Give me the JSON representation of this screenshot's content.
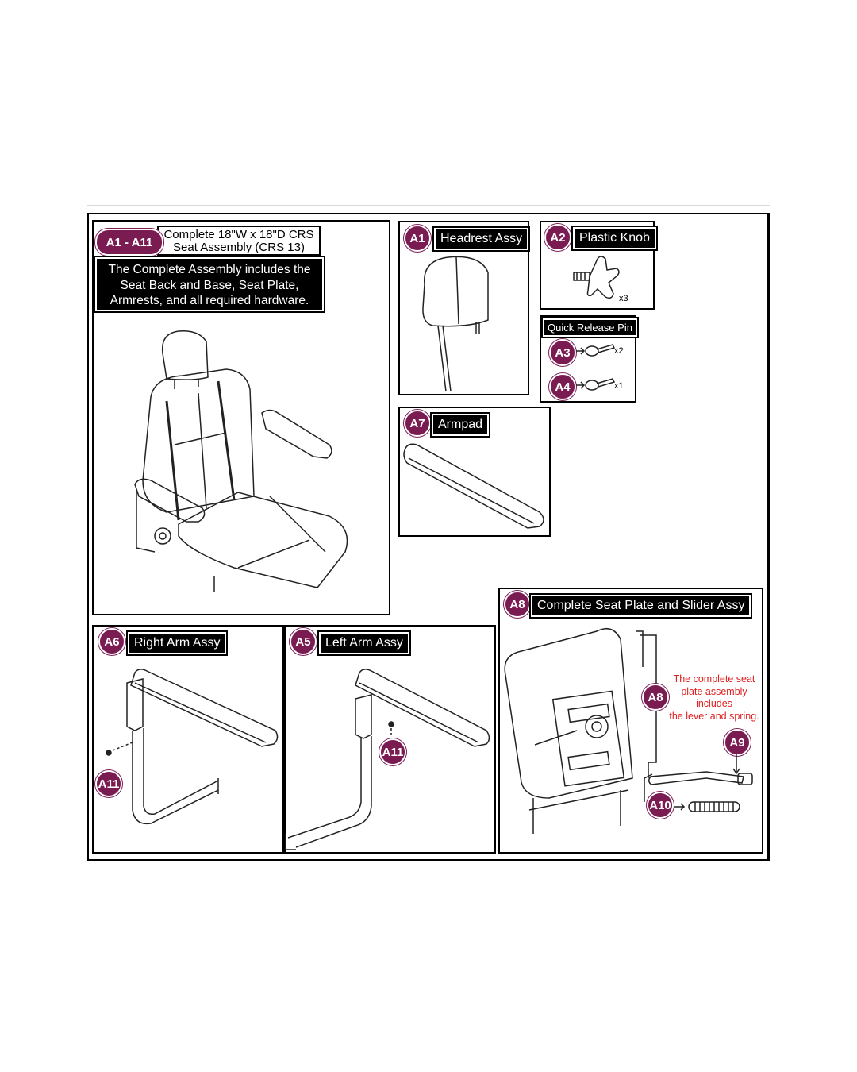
{
  "main": {
    "badge": "A1 - A11",
    "title_line1": "Complete 18\"W x 18\"D CRS",
    "title_line2": "Seat Assembly (CRS 13)",
    "desc_line1": "The Complete Assembly includes the",
    "desc_line2": "Seat Back and Base, Seat Plate,",
    "desc_line3": "Armrests, and all required hardware."
  },
  "parts": {
    "a1": {
      "badge": "A1",
      "label": "Headrest Assy"
    },
    "a2": {
      "badge": "A2",
      "label": "Plastic Knob",
      "qty": "x3"
    },
    "quick_release": {
      "title": "Quick Release Pin",
      "a3": {
        "badge": "A3",
        "qty": "x2"
      },
      "a4": {
        "badge": "A4",
        "qty": "x1"
      }
    },
    "a7": {
      "badge": "A7",
      "label": "Armpad"
    },
    "a6": {
      "badge": "A6",
      "label": "Right Arm Assy",
      "callout": "A11"
    },
    "a5": {
      "badge": "A5",
      "label": "Left Arm Assy",
      "callout": "A11"
    },
    "a8": {
      "badge": "A8",
      "label": "Complete Seat Plate and Slider Assy",
      "callout": "A8",
      "note_line1": "The complete seat",
      "note_line2": "plate assembly",
      "note_line3": "includes",
      "note_line4": "the lever and spring.",
      "a9": "A9",
      "a10": "A10"
    }
  },
  "colors": {
    "badge": "#7a1c52",
    "note": "#e02020",
    "label_bg": "#000000"
  }
}
